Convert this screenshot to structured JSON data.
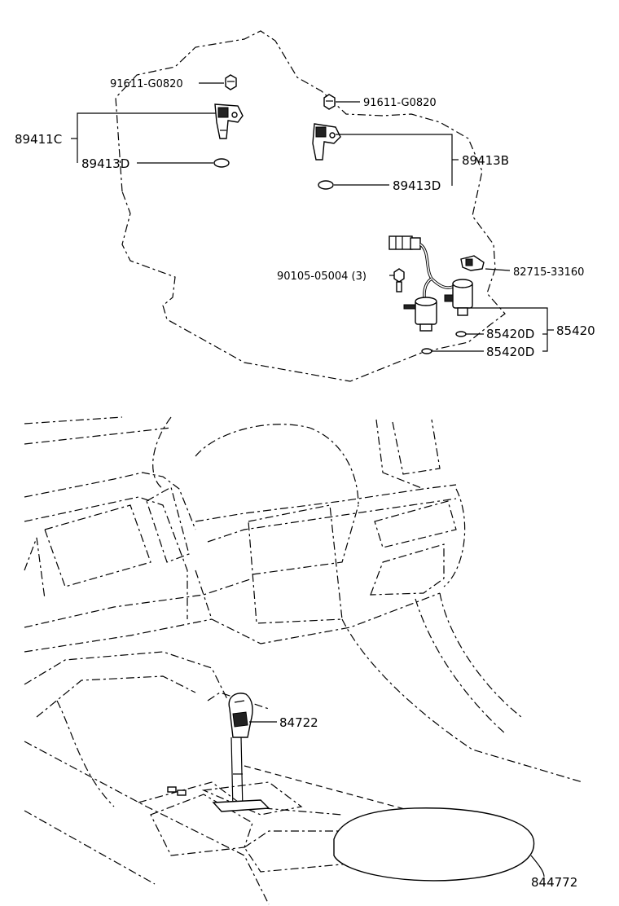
{
  "labels": {
    "bolt_left": "91611-G0820",
    "bolt_right": "91611-G0820",
    "sensor_left_assy": "89411C",
    "oring_left": "89413D",
    "sensor_right_assy": "89413B",
    "oring_right": "89413D",
    "bolt_solenoid": "90105-05004 (3)",
    "connector": "82715-33160",
    "oring_sol_1": "85420D",
    "oring_sol_2": "85420D",
    "solenoid_assy": "85420",
    "shift_knob": "84722",
    "console": "844772"
  }
}
